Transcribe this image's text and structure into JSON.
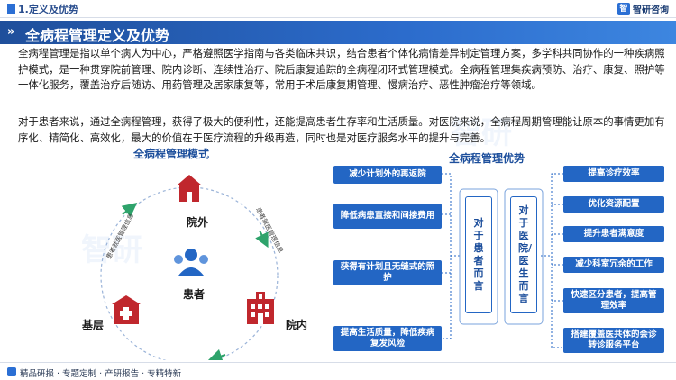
{
  "header": {
    "section": "1.定义及优势",
    "brand_name": "智研咨询",
    "brand_logo_text": "智"
  },
  "title_bar": {
    "title": "全病程管理定义及优势"
  },
  "paragraphs": [
    "全病程管理是指以单个病人为中心，严格遵照医学指南与各类临床共识，结合患者个体化病情差异制定管理方案，多学科共同协作的一种疾病照护模式，是一种贯穿院前管理、院内诊断、连续性治疗、院后康复追踪的全病程闭环式管理模式。全病程管理集疾病预防、治疗、康复、照护等一体化服务，覆盖治疗后随访、用药管理及居家康复等，常用于术后康复期管理、慢病治疗、恶性肿瘤治疗等领域。",
    "对于患者来说，通过全病程管理，获得了极大的便利性，还能提高患者生存率和生活质量。对医院来说，全病程周期管理能让原本的事情更加有序化、精简化、高效化，最大的价值在于医疗流程的升级再造，同时也是对医疗服务水平的提升与完善。"
  ],
  "cycle": {
    "title": "全病程管理模式",
    "center": "患者",
    "nodes": {
      "top": "院外",
      "left": "基层",
      "right": "院内"
    },
    "arc_left": "患者就医管理信息",
    "arc_right": "患者就医管理信息"
  },
  "advantages": {
    "title": "全病程管理优势",
    "patient_label": "对于患者而言",
    "hospital_label": "对于医院/医生而言",
    "patient_items": [
      "减少计划外的再返院",
      "降低病患直接和间接费用",
      "获得有计划且无缝式的照护",
      "提高生活质量，降低疾病复发风险"
    ],
    "hospital_items": [
      "提高诊疗效率",
      "优化资源配置",
      "提升患者满意度",
      "减少科室冗余的工作",
      "快速区分患者，提高管理效率",
      "搭建覆盖医共体的会诊转诊服务平台"
    ]
  },
  "footer": {
    "text": "精品研报 · 专题定制 · 产研报告 · 专精特新"
  },
  "colors": {
    "primary": "#2366c4",
    "dark": "#1d4f9c",
    "accent_red": "#c0272d",
    "arrow_green": "#2ea36b"
  }
}
